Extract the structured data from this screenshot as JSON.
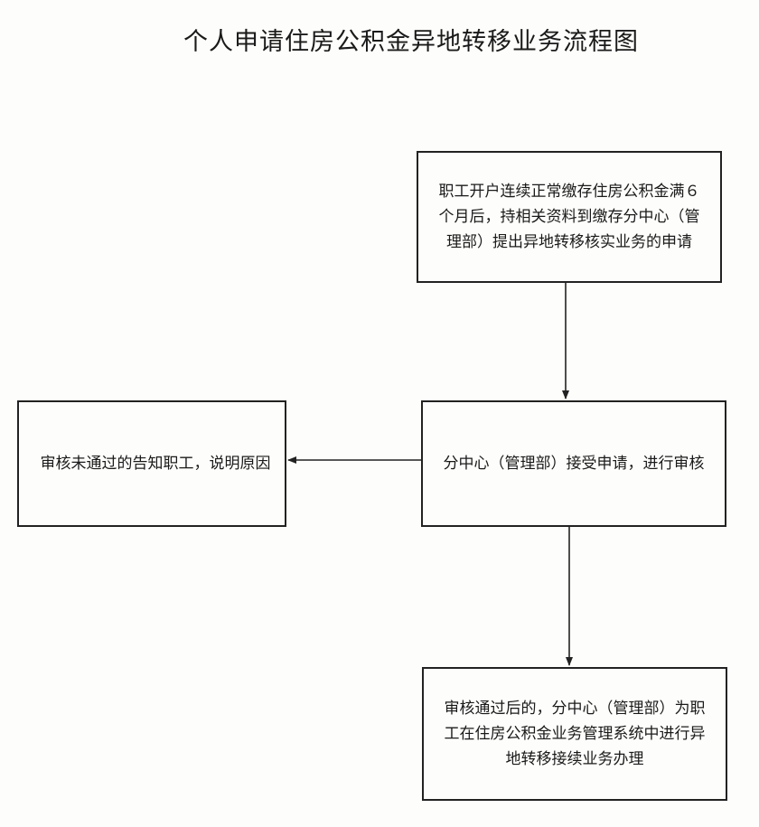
{
  "diagram": {
    "title": "个人申请住房公积金异地转移业务流程图",
    "nodes": [
      {
        "id": "apply",
        "text": "职工开户连续正常缴存住房公积金满６个月后，持相关资料到缴存分中心（管理部）提出异地转移核实业务的申请"
      },
      {
        "id": "review",
        "text": "分中心（管理部）接受申请，进行审核"
      },
      {
        "id": "reject",
        "text": "审核未通过的告知职工，说明原因"
      },
      {
        "id": "transfer",
        "text": "审核通过后的，分中心（管理部）为职工在住房公积金业务管理系统中进行异地转移接续业务办理"
      }
    ],
    "edges": [
      {
        "from": "apply",
        "to": "review"
      },
      {
        "from": "review",
        "to": "reject"
      },
      {
        "from": "review",
        "to": "transfer"
      }
    ],
    "colors": {
      "line": "#222222",
      "background": "#fdfdfb"
    }
  }
}
